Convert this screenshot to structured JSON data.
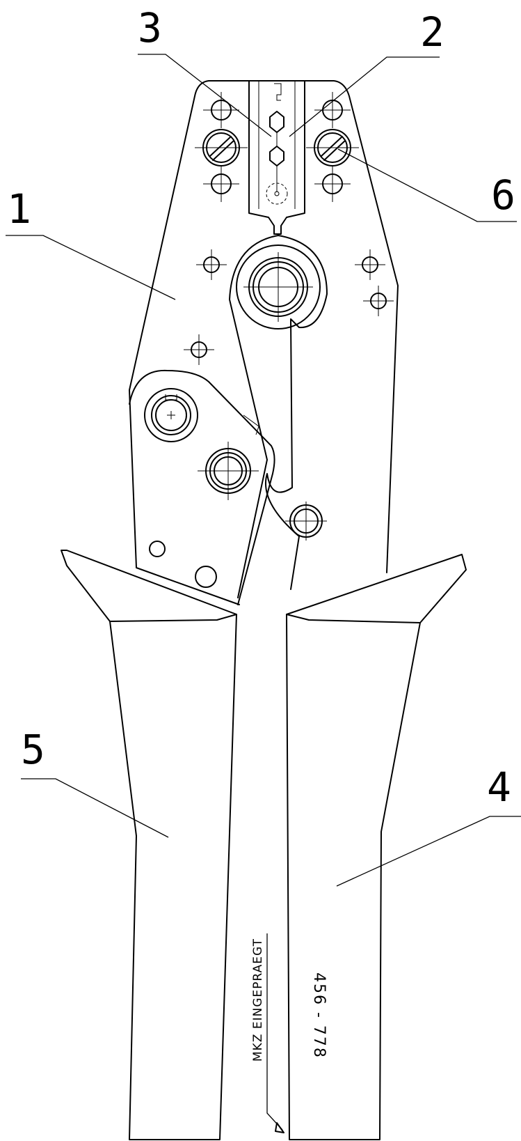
{
  "callouts": [
    {
      "id": "1",
      "label": "1"
    },
    {
      "id": "2",
      "label": "2"
    },
    {
      "id": "3",
      "label": "3"
    },
    {
      "id": "4",
      "label": "4"
    },
    {
      "id": "5",
      "label": "5"
    },
    {
      "id": "6",
      "label": "6"
    }
  ],
  "annotations": {
    "embossing_note": "MKZ EINGEPRAEGT",
    "part_number": "456 - 778"
  }
}
